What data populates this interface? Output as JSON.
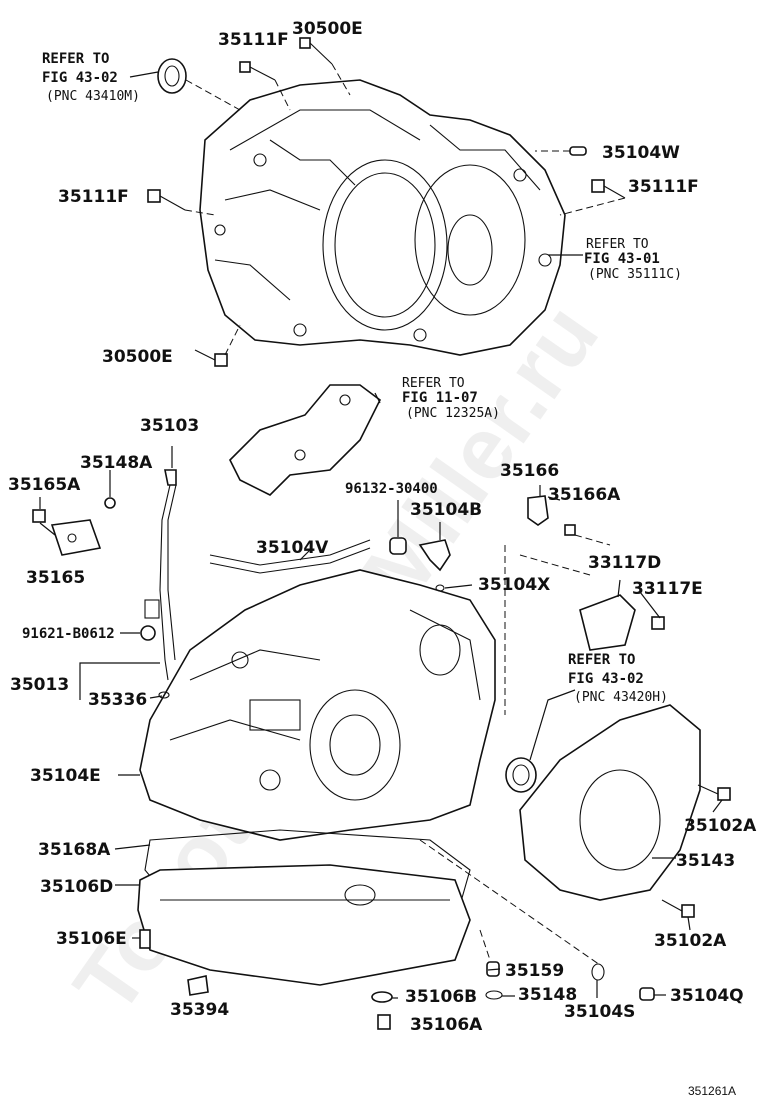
{
  "labels": {
    "p35111F_top": "35111F",
    "p30500E_top": "30500E",
    "p35104W": "35104W",
    "p35111F_left": "35111F",
    "p35111F_right": "35111F",
    "p30500E_left": "30500E",
    "p35103": "35103",
    "p35148A": "35148A",
    "p35165A": "35165A",
    "p35165": "35165",
    "p91621": "91621-B0612",
    "p35013": "35013",
    "p35336": "35336",
    "p35104V": "35104V",
    "p96132": "96132-30400",
    "p35104B": "35104B",
    "p35104X": "35104X",
    "p35166": "35166",
    "p35166A": "35166A",
    "p33117D": "33117D",
    "p33117E": "33117E",
    "p35104E": "35104E",
    "p35102A_top": "35102A",
    "p35143": "35143",
    "p35102A_bot": "35102A",
    "p35168A": "35168A",
    "p35106D": "35106D",
    "p35106E": "35106E",
    "p35159": "35159",
    "p35148": "35148",
    "p35106B": "35106B",
    "p35104Q": "35104Q",
    "p35394": "35394",
    "p35104S": "35104S",
    "p35106A": "35106A"
  },
  "refs": [
    {
      "line1": "REFER TO",
      "line2": "FIG 43-02",
      "line3": "(PNC 43410M)"
    },
    {
      "line1": "REFER TO",
      "line2": "FIG 43-01",
      "line3": "(PNC 35111C)"
    },
    {
      "line1": "REFER TO",
      "line2": "FIG 11-07",
      "line3": "(PNC 12325A)"
    },
    {
      "line1": "REFER TO",
      "line2": "FIG 43-02",
      "line3": "(PNC 43420H)"
    }
  ],
  "figure_id": "351261A",
  "watermark": "ToyotaPartsMiller.ru"
}
